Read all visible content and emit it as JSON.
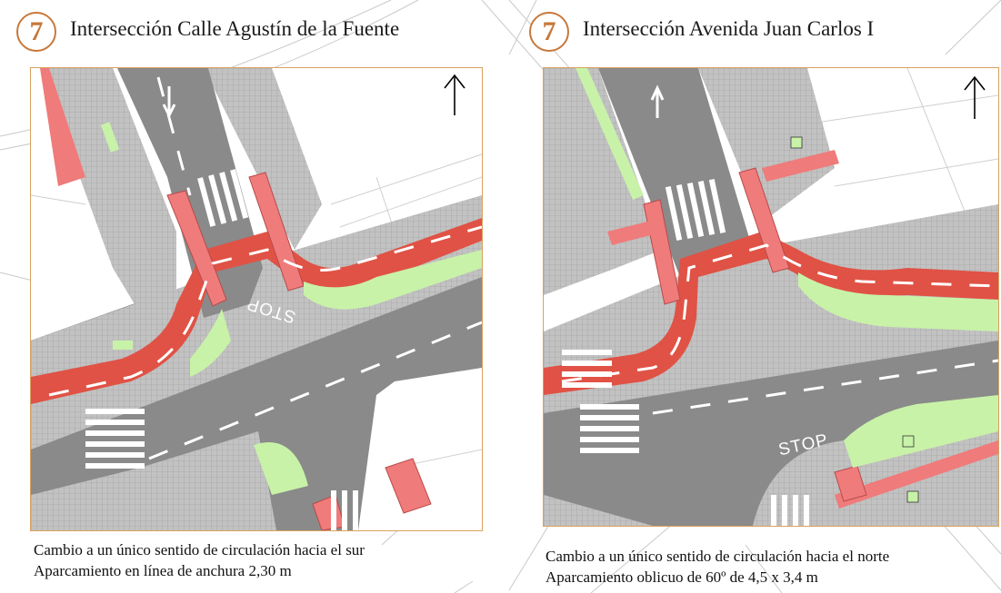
{
  "colors": {
    "accent": "#c8783a",
    "frame": "#d9a15e",
    "road": "#8a8a8a",
    "sidewalk": "#c2c2c2",
    "bike_lane": "#e05245",
    "curb_red": "#ef7b7b",
    "green": "#c8f2a8"
  },
  "left": {
    "badge": "7",
    "title": "Intersección Calle Agustín de la Fuente",
    "road_marking": "STOP",
    "caption_line1": "Cambio a un único sentido de circulación hacia el sur",
    "caption_line2": "Aparcamiento en línea de anchura 2,30 m",
    "north_icon": "north-arrow-icon"
  },
  "right": {
    "badge": "7",
    "title": "Intersección Avenida Juan Carlos I",
    "road_marking": "STOP",
    "caption_line1": "Cambio a un único sentido de circulación hacia el norte",
    "caption_line2": "Aparcamiento oblicuo de 60º de 4,5 x 3,4 m",
    "north_icon": "north-arrow-icon"
  }
}
